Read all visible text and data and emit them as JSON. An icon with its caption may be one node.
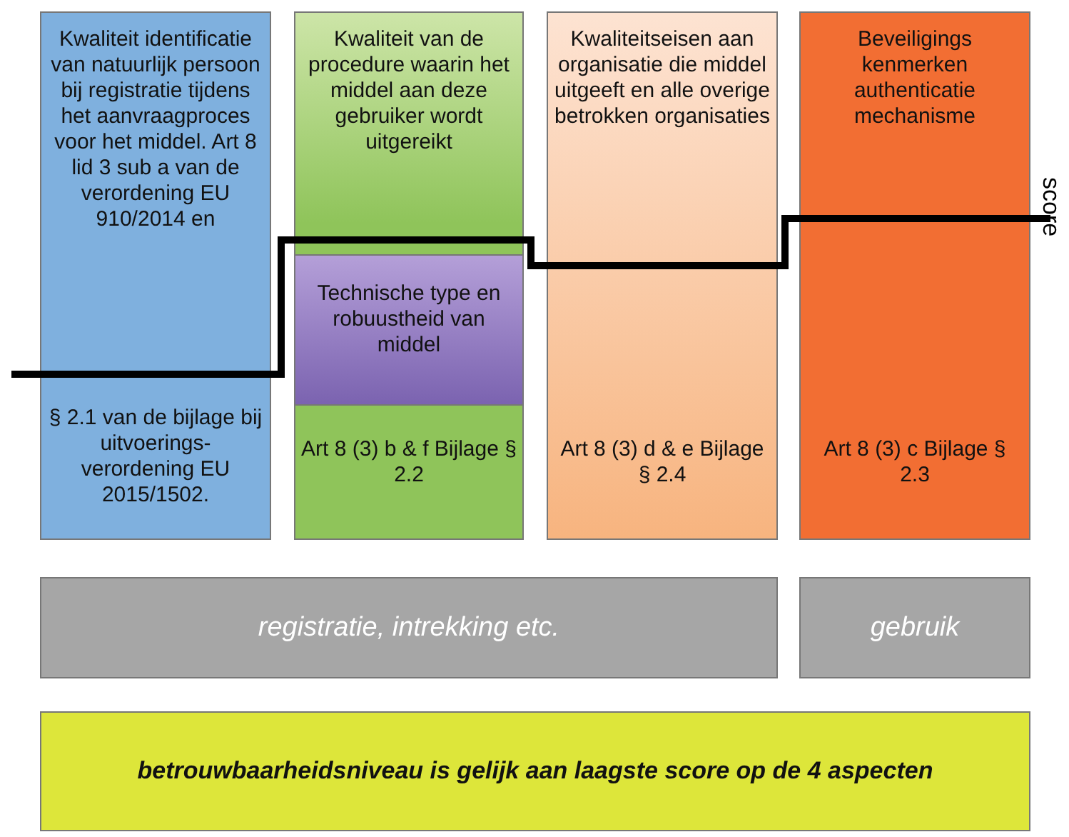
{
  "diagram": {
    "nodes": [
      {
        "text": [
          "Kwaliteit identificatie van natuurlijk persoon bij registratie tijdens het aanvraagproces voor het middel. Art 8 lid 3 sub a van de verordening EU 910/2014 en",
          "§ 2.1 van de bijlage bij uitvoerings-verordening EU 2015/1502."
        ]
      },
      {
        "text": [
          "Kwaliteit van de procedure waarin het middel aan deze gebruiker wordt uitgereikt",
          "Art 8 (3) b & f Bijlage § 2.2"
        ]
      },
      {
        "text": [
          "Technische type en robuustheid van middel"
        ],
        "in": 1
      },
      {
        "text": [
          "Kwaliteitseisen aan organisatie die middel uitgeeft en alle overige betrokken organisaties",
          "Art 8 (3) d & e Bijlage § 2.4"
        ]
      },
      {
        "text": [
          "Beveiligings kenmerken authenticatie mechanisme",
          "Art 8 (3) c Bijlage § 2.3"
        ]
      },
      {
        "text": [
          "registratie, intrekking etc."
        ]
      },
      {
        "text": [
          "gebruik"
        ]
      },
      {
        "text": [
          "betrouwbaarheidsniveau is gelijk aan laagste score op de 4 aspecten"
        ]
      }
    ],
    "labels": [
      "score"
    ]
  }
}
